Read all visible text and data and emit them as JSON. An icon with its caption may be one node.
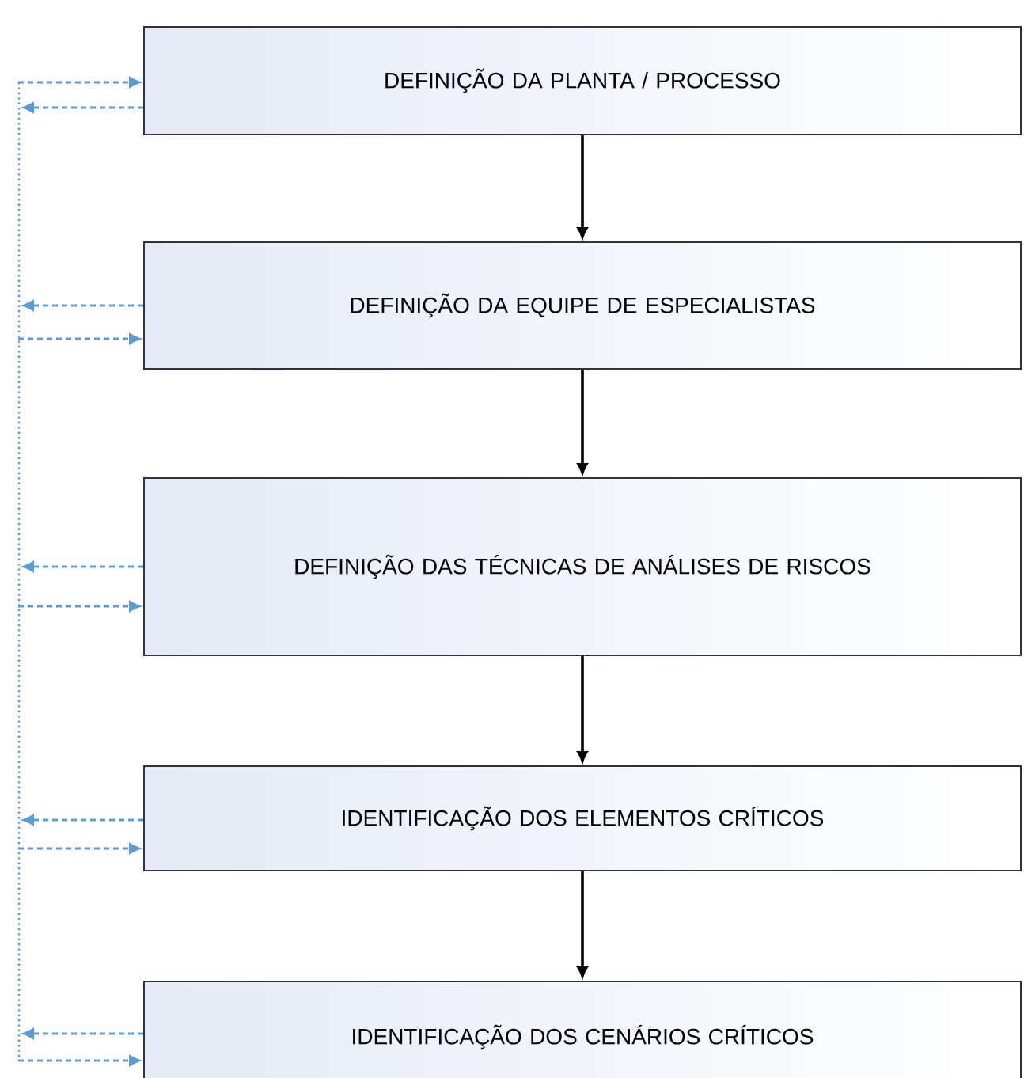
{
  "diagram": {
    "nodes": [
      {
        "text": [
          "DEFINIÇÃO DA PLANTA / PROCESSO"
        ]
      },
      {
        "text": [
          "DEFINIÇÃO DA EQUIPE DE ESPECIALISTAS"
        ]
      },
      {
        "text": [
          "DEFINIÇÃO DAS TÉCNICAS DE ANÁLISES DE RISCOS"
        ]
      },
      {
        "text": [
          "IDENTIFICAÇÃO DOS ELEMENTOS CRÍTICOS"
        ]
      },
      {
        "text": [
          "IDENTIFICAÇÃO DOS CENÁRIOS CRÍTICOS"
        ]
      }
    ],
    "edges": [
      {
        "from": 0,
        "to": 1,
        "arrow": "to",
        "color": "#000000"
      },
      {
        "from": 1,
        "to": 2,
        "arrow": "to",
        "color": "#000000"
      },
      {
        "from": 2,
        "to": 3,
        "arrow": "to",
        "color": "#000000"
      },
      {
        "from": 3,
        "to": 4,
        "arrow": "to",
        "color": "#000000"
      },
      {
        "from": null,
        "to": 0,
        "arrow": "to",
        "style": "dashed"
      },
      {
        "from": 0,
        "to": null,
        "arrow": "to",
        "style": "dashed"
      },
      {
        "from": 1,
        "to": null,
        "arrow": "to",
        "style": "dashed"
      },
      {
        "from": null,
        "to": 1,
        "arrow": "to",
        "style": "dashed"
      },
      {
        "from": 2,
        "to": null,
        "arrow": "to",
        "style": "dashed"
      },
      {
        "from": null,
        "to": 2,
        "arrow": "to",
        "style": "dashed"
      },
      {
        "from": 3,
        "to": null,
        "arrow": "to",
        "style": "dashed"
      },
      {
        "from": null,
        "to": 3,
        "arrow": "to",
        "style": "dashed"
      },
      {
        "from": 4,
        "to": null,
        "arrow": "to",
        "style": "dashed"
      },
      {
        "from": null,
        "to": 4,
        "arrow": "to",
        "style": "dashed"
      }
    ]
  }
}
